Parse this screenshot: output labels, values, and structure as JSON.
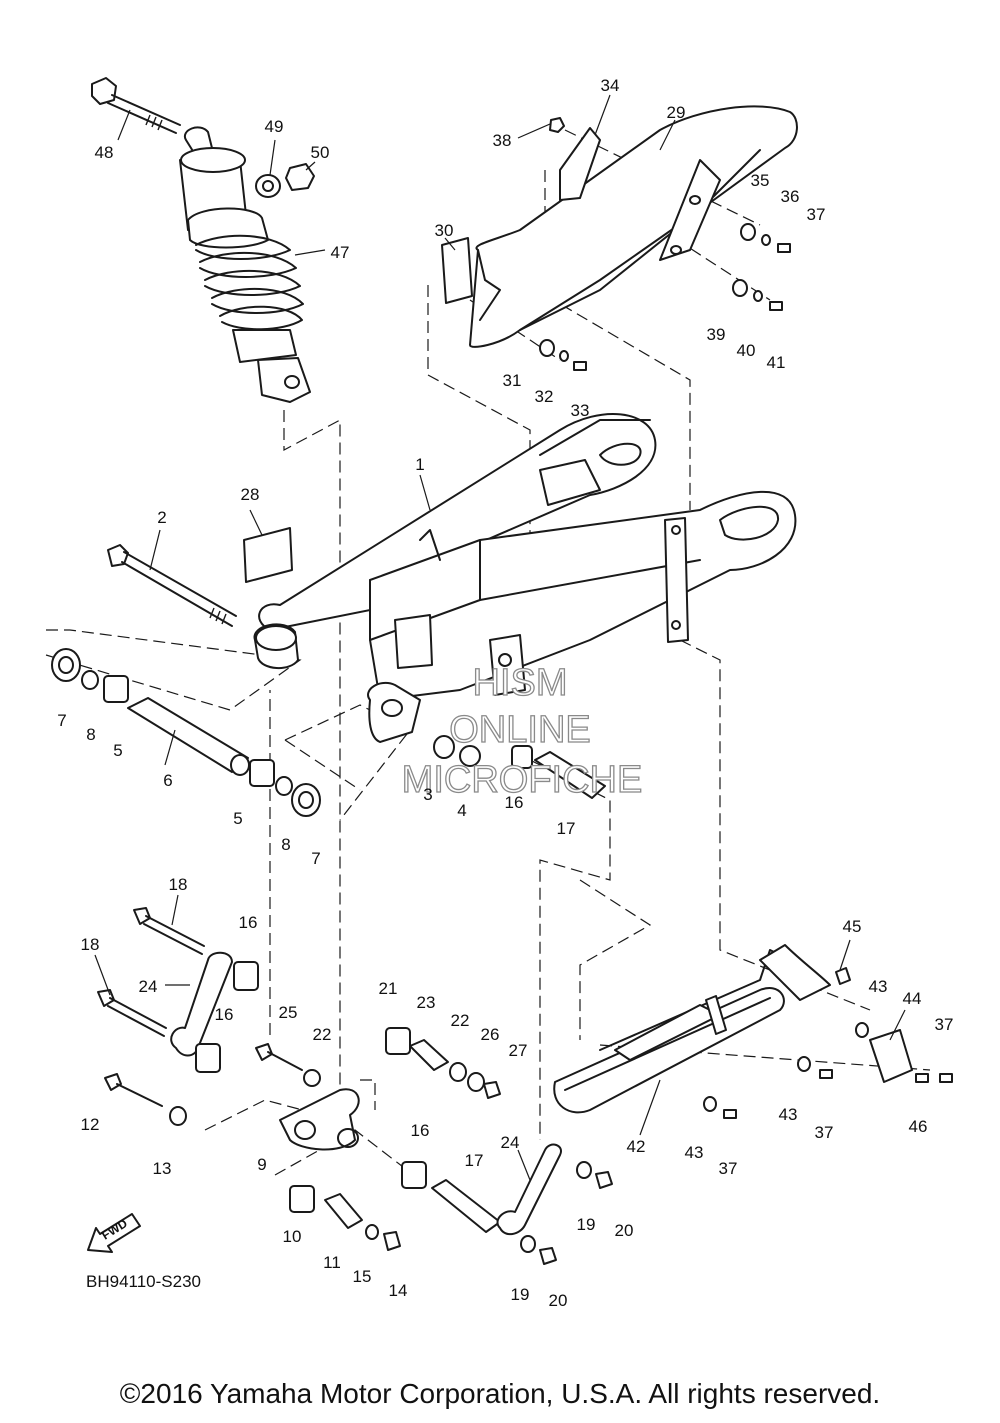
{
  "callouts": [
    {
      "label": "1"
    },
    {
      "label": "2"
    },
    {
      "label": "3"
    },
    {
      "label": "4"
    },
    {
      "label": "5"
    },
    {
      "label": "5"
    },
    {
      "label": "6"
    },
    {
      "label": "7"
    },
    {
      "label": "7"
    },
    {
      "label": "8"
    },
    {
      "label": "8"
    },
    {
      "label": "9"
    },
    {
      "label": "10"
    },
    {
      "label": "11"
    },
    {
      "label": "12"
    },
    {
      "label": "13"
    },
    {
      "label": "14"
    },
    {
      "label": "15"
    },
    {
      "label": "16"
    },
    {
      "label": "16"
    },
    {
      "label": "16"
    },
    {
      "label": "16"
    },
    {
      "label": "17"
    },
    {
      "label": "17"
    },
    {
      "label": "18"
    },
    {
      "label": "18"
    },
    {
      "label": "19"
    },
    {
      "label": "19"
    },
    {
      "label": "20"
    },
    {
      "label": "20"
    },
    {
      "label": "21"
    },
    {
      "label": "22"
    },
    {
      "label": "22"
    },
    {
      "label": "23"
    },
    {
      "label": "24"
    },
    {
      "label": "24"
    },
    {
      "label": "25"
    },
    {
      "label": "26"
    },
    {
      "label": "27"
    },
    {
      "label": "28"
    },
    {
      "label": "29"
    },
    {
      "label": "30"
    },
    {
      "label": "31"
    },
    {
      "label": "32"
    },
    {
      "label": "33"
    },
    {
      "label": "34"
    },
    {
      "label": "35"
    },
    {
      "label": "36"
    },
    {
      "label": "37"
    },
    {
      "label": "37"
    },
    {
      "label": "37"
    },
    {
      "label": "37"
    },
    {
      "label": "38"
    },
    {
      "label": "39"
    },
    {
      "label": "40"
    },
    {
      "label": "41"
    },
    {
      "label": "42"
    },
    {
      "label": "43"
    },
    {
      "label": "43"
    },
    {
      "label": "43"
    },
    {
      "label": "44"
    },
    {
      "label": "45"
    },
    {
      "label": "46"
    },
    {
      "label": "47"
    },
    {
      "label": "48"
    },
    {
      "label": "49"
    },
    {
      "label": "50"
    }
  ],
  "watermark": {
    "line1": "HISM",
    "line2": "ONLINE",
    "line3": "MICROFICHE"
  },
  "fwd_label": "FWD",
  "diagram_code": "BH94110-S230",
  "copyright": "©2016 Yamaha Motor Corporation, U.S.A. All rights reserved."
}
